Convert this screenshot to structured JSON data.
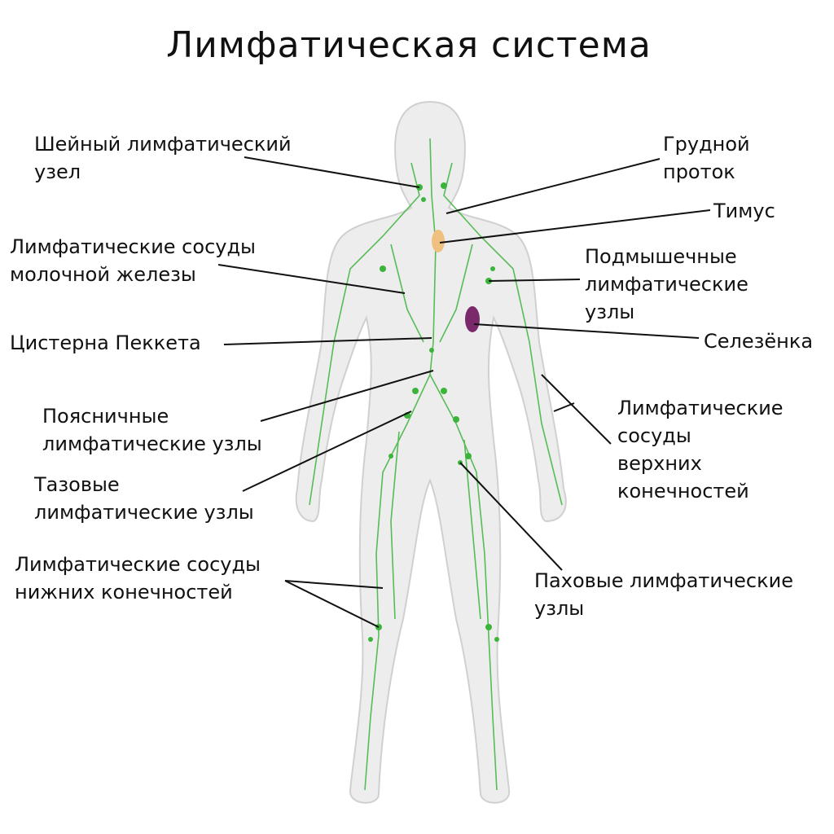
{
  "title": "Лимфатическая система",
  "colors": {
    "lymph": "#3cb43c",
    "thymus": "#f0c080",
    "spleen": "#7a2a6a",
    "body": "#ececec"
  },
  "labels": {
    "cervical": [
      "Шейный лимфатический",
      "узел"
    ],
    "thoracic_duct": [
      "Грудной",
      "проток"
    ],
    "thymus": [
      "Тимус"
    ],
    "mammary": [
      "Лимфатические сосуды",
      "молочной железы"
    ],
    "axillary": [
      "Подмышечные",
      "лимфатические",
      "узлы"
    ],
    "spleen": [
      "Селезёнка"
    ],
    "cisterna": [
      "Цистерна Пеккета"
    ],
    "lumbar": [
      "Поясничные",
      "лимфатические узлы"
    ],
    "upper_limbs": [
      "Лимфатические",
      "сосуды",
      "верхних",
      "конечностей"
    ],
    "pelvic": [
      "Тазовые",
      "лимфатические узлы"
    ],
    "inguinal": [
      "Паховые лимфатические",
      "узлы"
    ],
    "lower_limbs": [
      "Лимфатические сосуды",
      "нижних конечностей"
    ]
  }
}
